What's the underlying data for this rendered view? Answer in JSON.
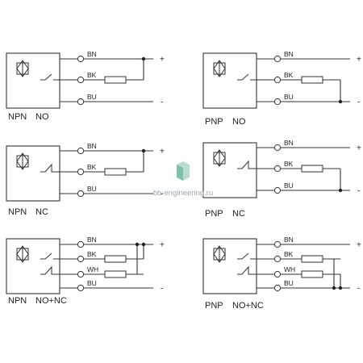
{
  "watermark": {
    "text": "bb-engineering.ru",
    "icon": "cube-logo-icon"
  },
  "polarity": {
    "positive": "+",
    "negative": "-"
  },
  "diagrams": [
    {
      "id": "npn-no",
      "type": "NPN",
      "mode": "NO",
      "wires": [
        "BN",
        "BK",
        "BU"
      ]
    },
    {
      "id": "pnp-no",
      "type": "PNP",
      "mode": "NO",
      "wires": [
        "BN",
        "BK",
        "BU"
      ]
    },
    {
      "id": "npn-nc",
      "type": "NPN",
      "mode": "NC",
      "wires": [
        "BN",
        "BK",
        "BU"
      ]
    },
    {
      "id": "pnp-nc",
      "type": "PNP",
      "mode": "NC",
      "wires": [
        "BN",
        "BK",
        "BU"
      ]
    },
    {
      "id": "npn-nonc",
      "type": "NPN",
      "mode": "NO+NC",
      "wires": [
        "BN",
        "BK",
        "WH",
        "BU"
      ]
    },
    {
      "id": "pnp-nonc",
      "type": "PNP",
      "mode": "NO+NC",
      "wires": [
        "BN",
        "BK",
        "WH",
        "BU"
      ]
    }
  ]
}
